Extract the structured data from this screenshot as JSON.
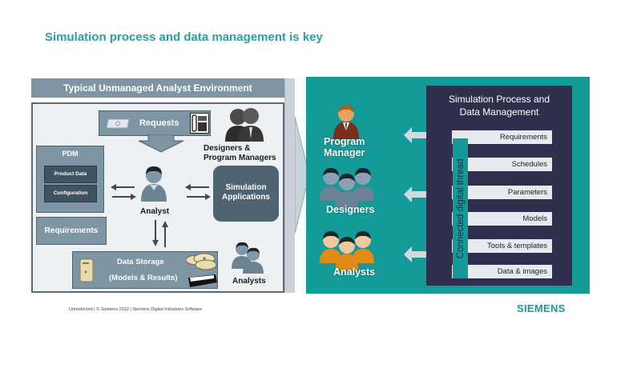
{
  "slide": {
    "title": "Simulation process and data management is key"
  },
  "left_panel": {
    "header": "Typical Unmanaged Analyst Environment",
    "requests": {
      "label": "Requests",
      "icons": [
        "email-icon",
        "phone-icon"
      ]
    },
    "stakeholders_label": "Designers & Program Managers",
    "stakeholders_label_line1": "Designers &",
    "stakeholders_label_line2": "Program Managers",
    "pdm": {
      "label": "PDM",
      "items": [
        "Product Data",
        "Configuration"
      ]
    },
    "analyst_label": "Analyst",
    "requirements_label": "Requirements",
    "simulation_apps_line1": "Simulation",
    "simulation_apps_line2": "Applications",
    "data_storage_line1": "Data Storage",
    "data_storage_line2": "(Models & Results)",
    "analysts_label": "Analysts"
  },
  "right_panel": {
    "roles": [
      {
        "line1": "Program",
        "line2": "Manager",
        "icon": "program-manager-icon"
      },
      {
        "line1": "Designers",
        "icon": "designers-icon"
      },
      {
        "line1": "Analysts",
        "icon": "analysts-icon"
      }
    ],
    "spdm": {
      "title_line1": "Simulation Process and",
      "title_line2": "Data Management",
      "thread_label": "Connected digital thread",
      "items": [
        "Requirements",
        "Schedules",
        "Parameters",
        "Models",
        "Tools & templates",
        "Data & images"
      ]
    }
  },
  "footer": {
    "text": "Unrestricted | © Siemens 2022 |  Siemens Digital Industries Software",
    "brand": "SIEMENS"
  },
  "colors": {
    "title": "#2a9fa0",
    "teal_panel": "#149b99",
    "spdm_box": "#302f4e",
    "slate_box": "#7e95a3",
    "dark_slate": "#4f6370",
    "brand": "#169a9c"
  }
}
